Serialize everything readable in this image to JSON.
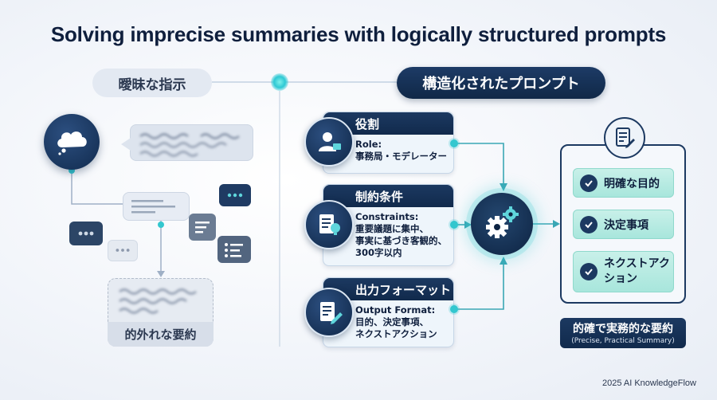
{
  "title": "Solving imprecise summaries with logically structured prompts",
  "left": {
    "pill": "曖昧な指示",
    "result_label": "的外れな要約",
    "icons": [
      "thought-bubble-icon",
      "chat-bubble-icon",
      "ellipsis-icon"
    ]
  },
  "right": {
    "pill": "構造化されたプロンプト",
    "cards": [
      {
        "heading": "役割",
        "lines": [
          "Role:",
          "事務局・モデレーター"
        ],
        "icon": "person-icon"
      },
      {
        "heading": "制約条件",
        "lines": [
          "Constraints:",
          "重要議題に集中、",
          "事実に基づき客観的、",
          "300字以内"
        ],
        "icon": "document-lightbulb-icon"
      },
      {
        "heading": "出力フォーマット",
        "lines": [
          "Output Format:",
          "目的、決定事項、",
          "ネクストアクション"
        ],
        "icon": "document-pen-icon"
      }
    ],
    "hub_icon": "gears-icon",
    "results": [
      {
        "label": "明確な目的"
      },
      {
        "label": "決定事項"
      },
      {
        "label": "ネクストアク",
        "label2": "ション"
      }
    ],
    "result_title": "的確で実務的な要約",
    "result_subtitle": "(Precise, Practical Summary)",
    "result_icon": "document-pen-icon"
  },
  "footer": "2025 AI KnowledgeFlow",
  "colors": {
    "navy": "#112a4c",
    "teal": "#33c7cf",
    "mint": "#a8e6dc",
    "gray": "#e3e9f2"
  }
}
